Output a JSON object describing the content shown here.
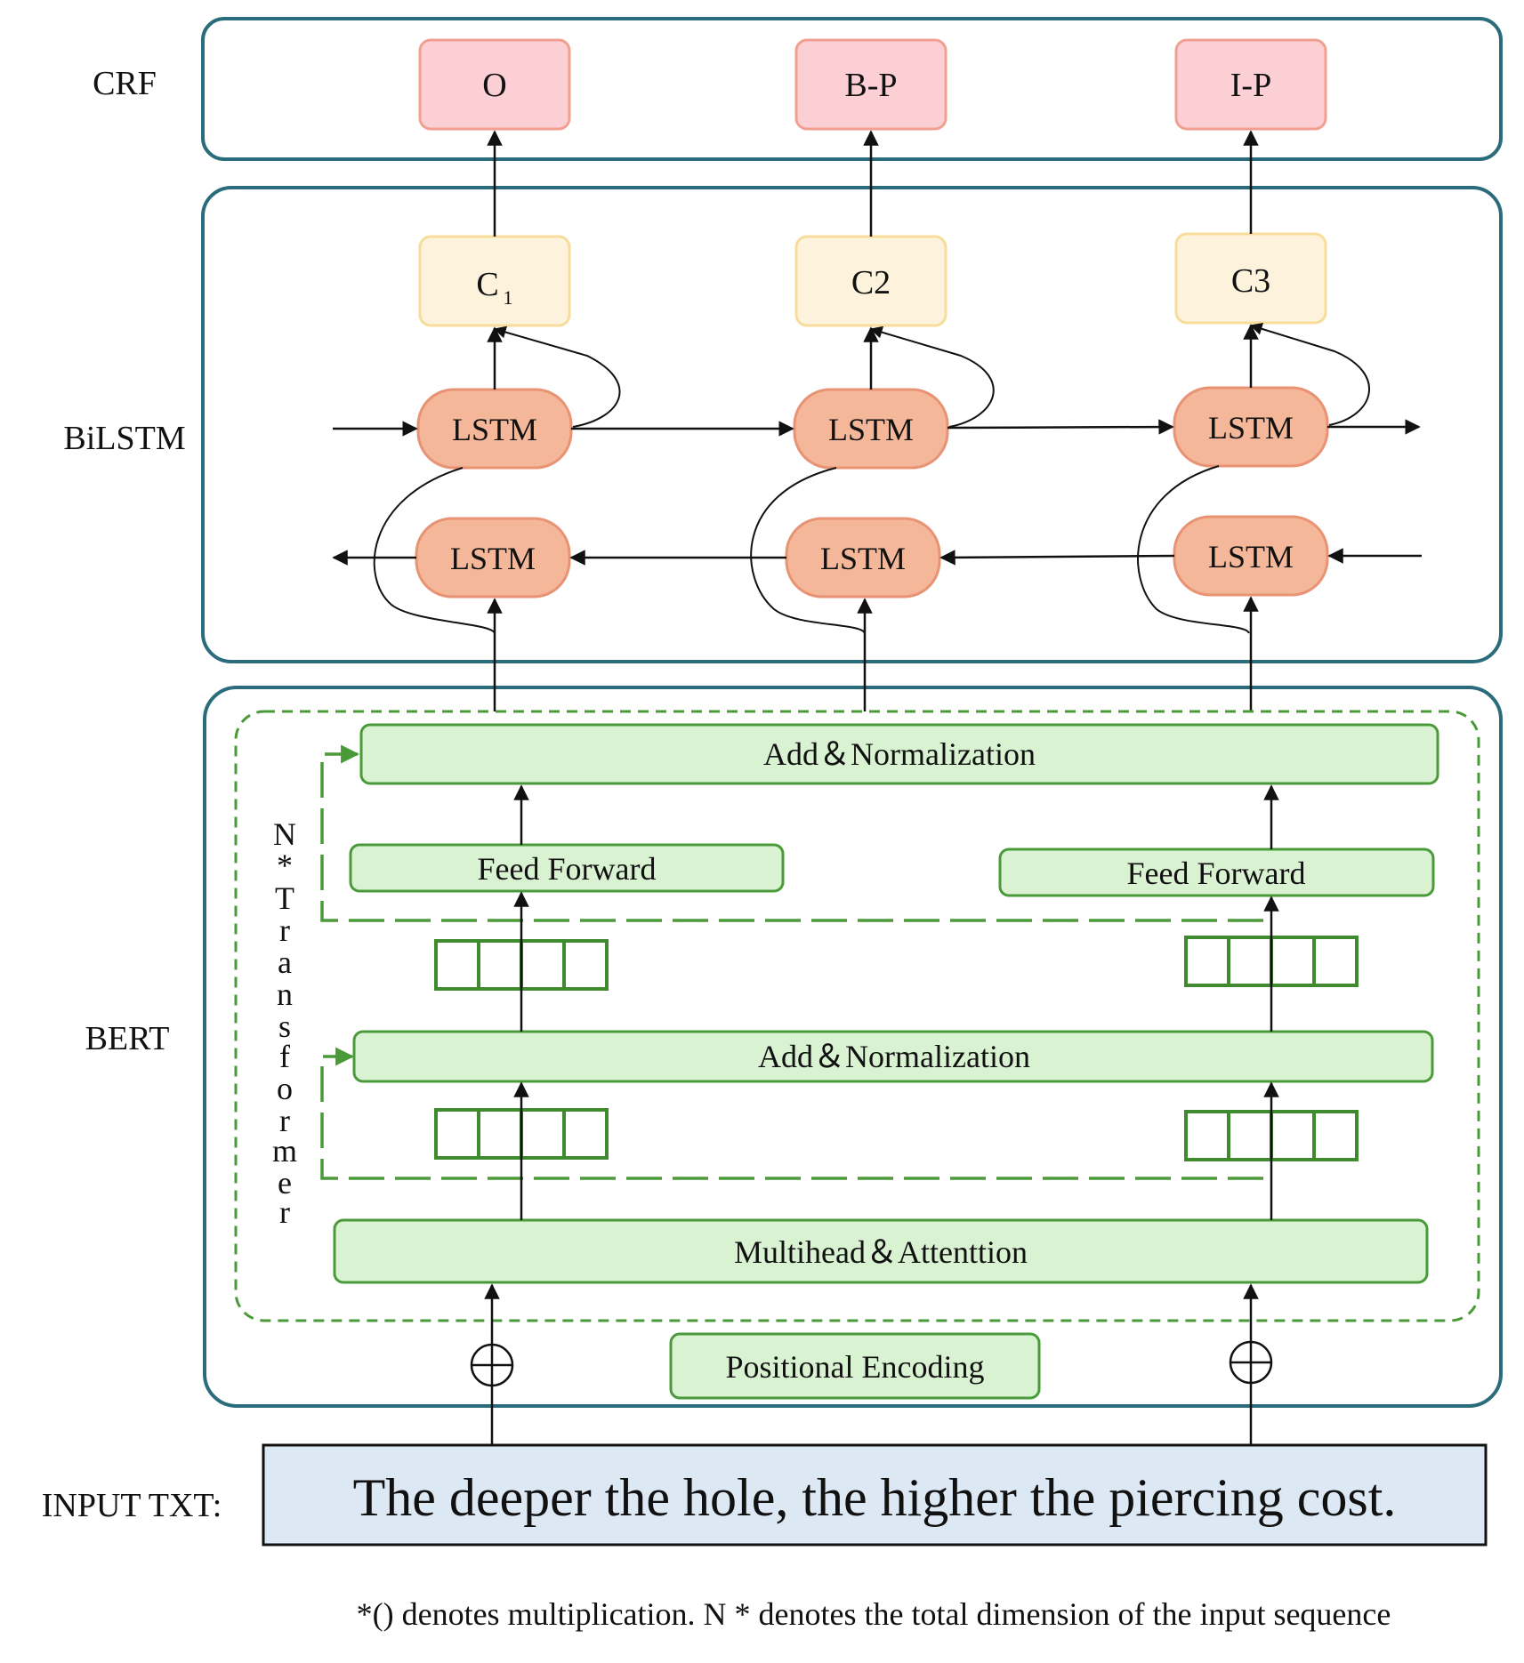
{
  "sections": {
    "crf": "CRF",
    "bilstm": "BiLSTM",
    "bert": "BERT",
    "input": "INPUT TXT:"
  },
  "crf_tags": [
    "O",
    "B-P",
    "I-P"
  ],
  "cells": {
    "c1_main": "C",
    "c1_sub": "1",
    "c2": "C2",
    "c3": "C3"
  },
  "lstm_label": "LSTM",
  "bert": {
    "add_norm_top": "Add＆Normalization",
    "feed_forward_left": "Feed Forward",
    "feed_forward_right": "Feed Forward",
    "add_norm_mid": "Add＆Normalization",
    "multihead": "Multihead＆Attenttion",
    "positional": "Positional Encoding",
    "transformer_letters": [
      "N",
      "*",
      "T",
      "r",
      "a",
      "n",
      "s",
      "f",
      "o",
      "r",
      "m",
      "e",
      "r"
    ]
  },
  "input_text": "The deeper the hole, the higher the piercing cost.",
  "footnote": "*() denotes multiplication. N * denotes the total dimension of the input sequence",
  "colors": {
    "frame": "#2a6b7c",
    "crf_fill": "#fbcfd4",
    "crf_stroke": "#f0a090",
    "cell_fill": "#fdf3dc",
    "cell_stroke": "#f7dc9a",
    "lstm_fill": "#f4b799",
    "lstm_stroke": "#e89373",
    "green_fill": "#d9f2d1",
    "green_stroke": "#4a9a3a",
    "input_fill": "#dce8f4"
  }
}
